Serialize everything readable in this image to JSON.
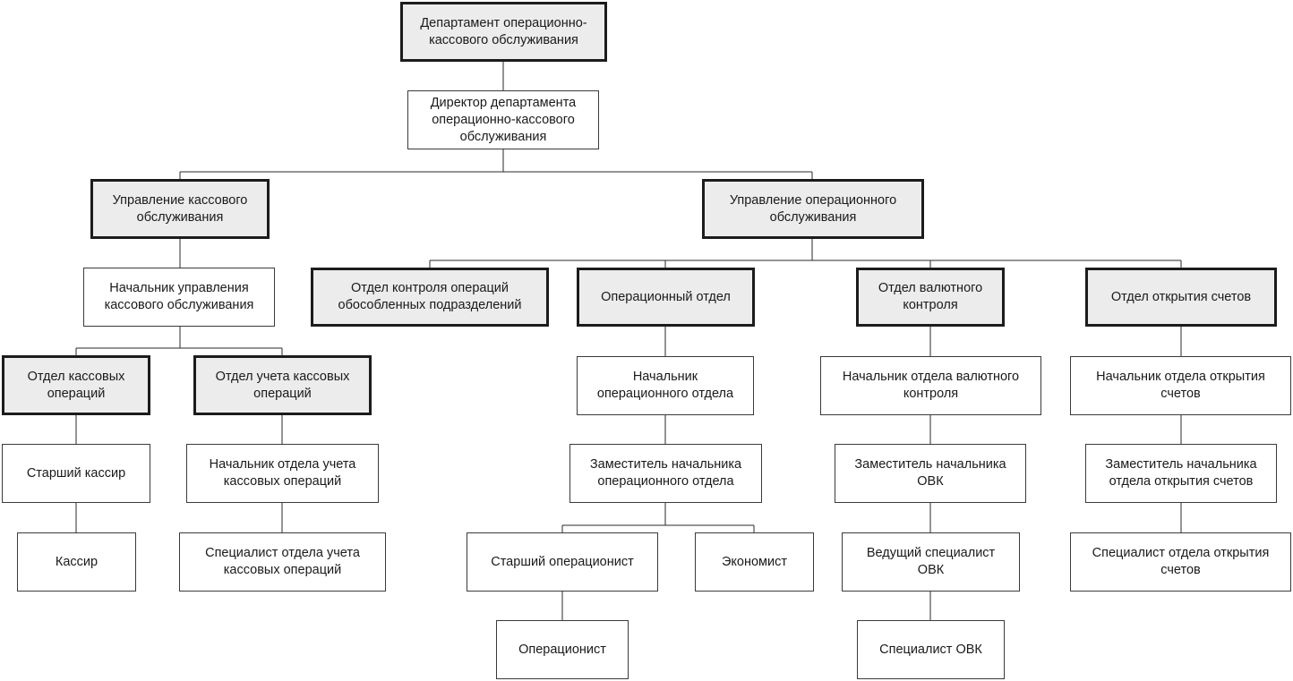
{
  "diagram": {
    "department": "Департамент операционно-\nкассового обслуживания",
    "director": "Директор департамента\nоперационно-кассового\nобслуживания",
    "cash_mgmt": "Управление кассового\nобслуживания",
    "ops_mgmt": "Управление операционного\nобслуживания",
    "cash_mgmt_head": "Начальник управления\nкассового обслуживания",
    "cash_ops_dept": "Отдел кассовых\nопераций",
    "cash_acc_dept": "Отдел учета кассовых\nопераций",
    "senior_cashier": "Старший кассир",
    "cashier": "Кассир",
    "cash_acc_head": "Начальник отдела учета\nкассовых операций",
    "cash_acc_spec": "Специалист отдела учета\nкассовых операций",
    "branch_control_dept": "Отдел контроля операций\nобособленных подразделений",
    "op_dept": "Операционный отдел",
    "currency_dept": "Отдел валютного\nконтроля",
    "accounts_dept": "Отдел открытия счетов",
    "op_head": "Начальник\nоперационного отдела",
    "op_deputy": "Заместитель начальника\nоперационного отдела",
    "senior_operator": "Старший операционист",
    "economist": "Экономист",
    "operator": "Операционист",
    "currency_head": "Начальник отдела валютного\nконтроля",
    "currency_deputy": "Заместитель начальника\nОВК",
    "currency_lead": "Ведущий специалист\nОВК",
    "currency_spec": "Специалист ОВК",
    "accounts_head": "Начальник отдела открытия\nсчетов",
    "accounts_deputy": "Заместитель начальника\nотдела открытия счетов",
    "accounts_spec": "Специалист отдела открытия\nсчетов"
  }
}
